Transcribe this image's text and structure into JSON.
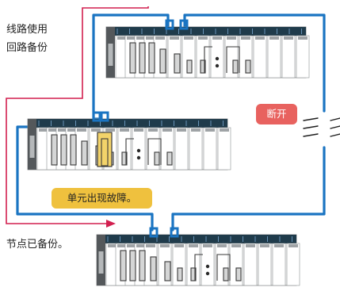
{
  "notes": {
    "route_backup_line1": "线路使用",
    "route_backup_line2": "回路备份",
    "node_backup": "节点已备份。"
  },
  "badges": {
    "disconnected": "断开",
    "unit_failure": "单元出现故障。"
  },
  "colors": {
    "network_blue": "#1a74c2",
    "backup_red": "#d21f4f",
    "rack_header": "#1f3b4b",
    "rack_body": "#f2f3f3",
    "slot_gray": "#d5d6d6",
    "module_outline": "#3a3a3a",
    "fault_module": "#f3d36a",
    "alert_badge": "#e8625f",
    "warning_badge": "#efc13e"
  }
}
